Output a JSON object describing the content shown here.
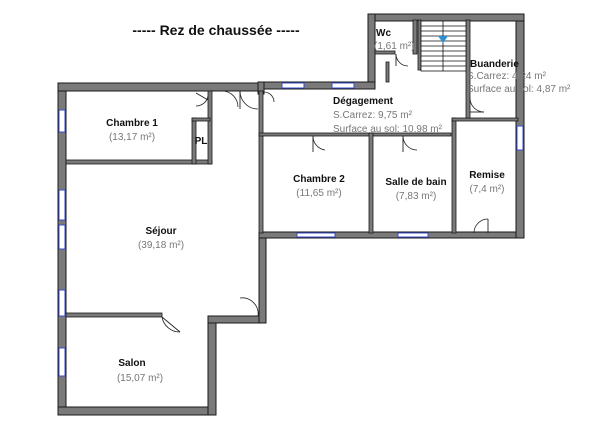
{
  "title": "-----   Rez de chaussée   -----",
  "rooms": {
    "wc": {
      "name": "Wc",
      "area": "(1,61 m²)"
    },
    "buanderie": {
      "name": "Buanderie",
      "carrez": "S.Carrez: 4,24 m²",
      "sol": "Surface au sol: 4,87 m²"
    },
    "degagement": {
      "name": "Dégagement",
      "carrez": "S.Carrez: 9,75 m²",
      "sol": "Surface au sol: 10,98 m²"
    },
    "chambre1": {
      "name": "Chambre 1",
      "area": "(13,17 m²)"
    },
    "pl": {
      "name": "PL"
    },
    "chambre2": {
      "name": "Chambre 2",
      "area": "(11,65 m²)"
    },
    "salle_de_bain": {
      "name": "Salle de bain",
      "area": "(7,83 m²)"
    },
    "remise": {
      "name": "Remise",
      "area": "(7,4 m²)"
    },
    "sejour": {
      "name": "Séjour",
      "area": "(39,18 m²)"
    },
    "salon": {
      "name": "Salon",
      "area": "(15,07 m²)"
    }
  },
  "colors": {
    "wall": "#7a7a7a",
    "window": "#3a4fd0",
    "stair_arrow": "#2c8fd6"
  }
}
